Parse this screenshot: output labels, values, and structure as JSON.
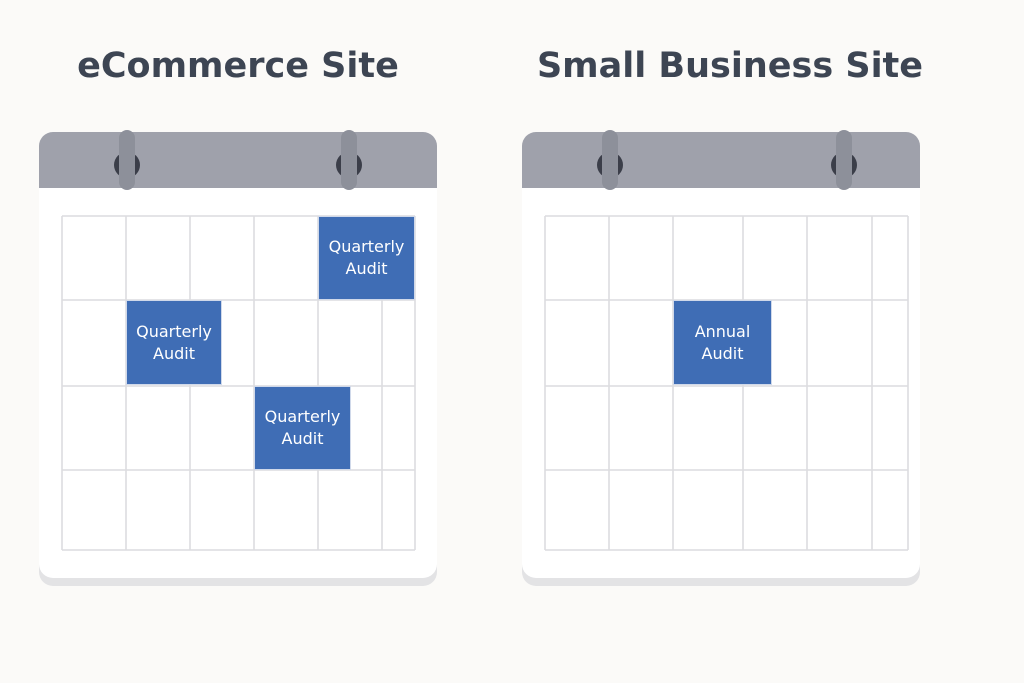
{
  "panels": [
    {
      "title": "eCommerce Site",
      "events": [
        {
          "label": "Quarterly\nAudit"
        },
        {
          "label": "Quarterly\nAudit"
        },
        {
          "label": "Quarterly\nAudit"
        }
      ]
    },
    {
      "title": "Small Business Site",
      "events": [
        {
          "label": "Annual\nAudit"
        }
      ]
    }
  ],
  "colors": {
    "background": "#fbfaf8",
    "title": "#3d4553",
    "calendar_header": "#9fa1ab",
    "ring": "#3b3e49",
    "event_fill": "#3f6db5",
    "grid_line": "#dcdcdf"
  }
}
